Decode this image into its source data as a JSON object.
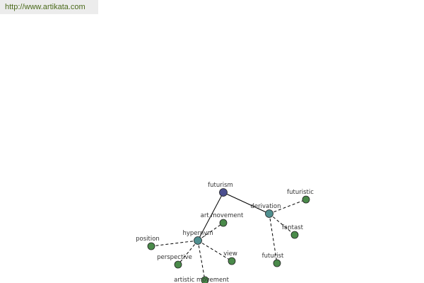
{
  "banner": {
    "url_text": "http://www.artikata.com"
  },
  "graph": {
    "nodes": [
      {
        "id": "futurism",
        "label": "futurism",
        "kind": "root"
      },
      {
        "id": "derivation",
        "label": "derivation",
        "kind": "relation"
      },
      {
        "id": "hypernym",
        "label": "hypernym",
        "kind": "relation"
      },
      {
        "id": "futuristic",
        "label": "futuristic",
        "kind": "term"
      },
      {
        "id": "fantast",
        "label": "fantast",
        "kind": "term"
      },
      {
        "id": "futurist",
        "label": "futurist",
        "kind": "term"
      },
      {
        "id": "art_movement",
        "label": "art movement",
        "kind": "term"
      },
      {
        "id": "position",
        "label": "position",
        "kind": "term"
      },
      {
        "id": "perspective",
        "label": "perspective",
        "kind": "term"
      },
      {
        "id": "view",
        "label": "view",
        "kind": "term"
      },
      {
        "id": "artistic_movement",
        "label": "artistic movement",
        "kind": "term"
      }
    ],
    "edges": [
      {
        "from": "futurism",
        "to": "derivation",
        "style": "solid"
      },
      {
        "from": "futurism",
        "to": "hypernym",
        "style": "solid"
      },
      {
        "from": "derivation",
        "to": "futuristic",
        "style": "dashed"
      },
      {
        "from": "derivation",
        "to": "fantast",
        "style": "dashed"
      },
      {
        "from": "derivation",
        "to": "futurist",
        "style": "dashed"
      },
      {
        "from": "hypernym",
        "to": "art_movement",
        "style": "dashed"
      },
      {
        "from": "hypernym",
        "to": "position",
        "style": "dashed"
      },
      {
        "from": "hypernym",
        "to": "perspective",
        "style": "dashed"
      },
      {
        "from": "hypernym",
        "to": "view",
        "style": "dashed"
      },
      {
        "from": "hypernym",
        "to": "artistic_movement",
        "style": "dashed"
      }
    ]
  },
  "colors": {
    "root_node": "#4b4f8f",
    "relation_node": "#4f8f8f",
    "term_node": "#4a8a4a",
    "edge": "#000000",
    "label_text": "#333333",
    "banner_background": "#ececec",
    "banner_text": "#4a6a1a"
  }
}
